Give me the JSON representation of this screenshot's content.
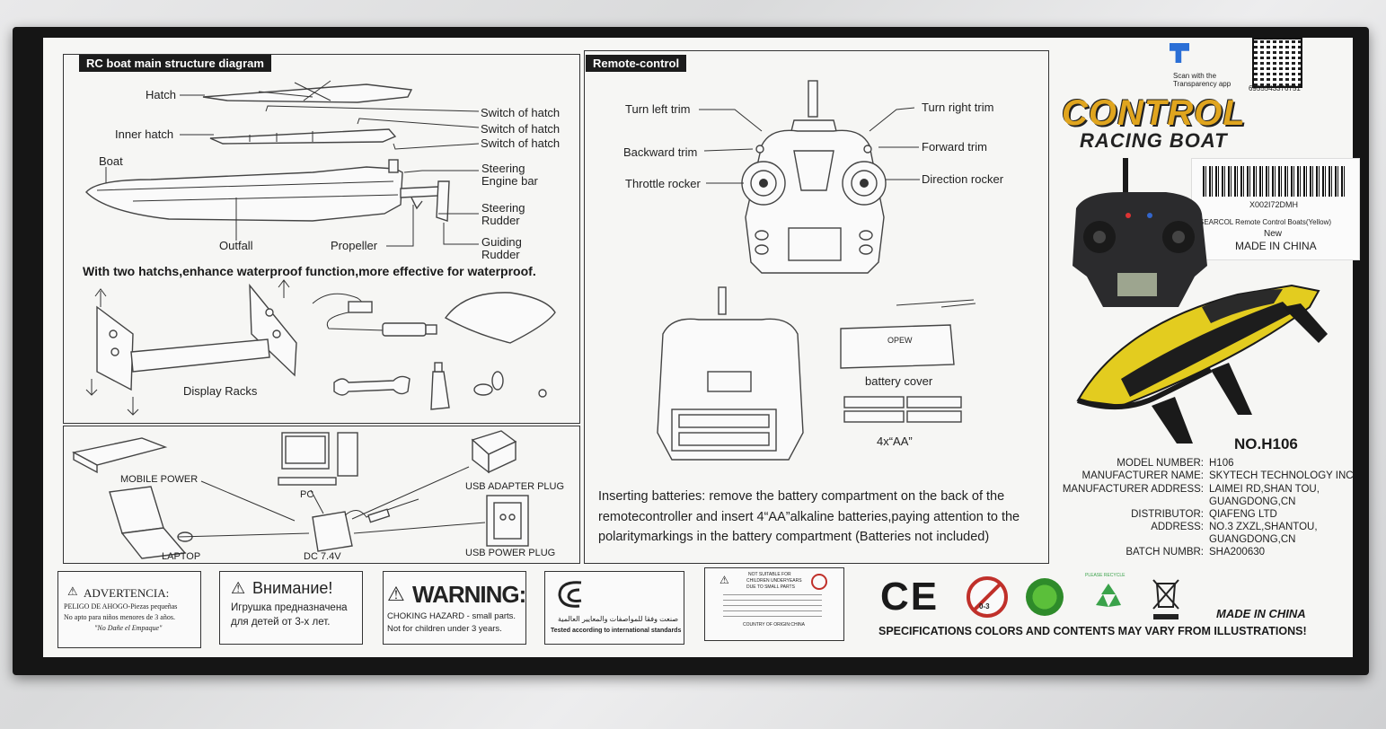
{
  "structure": {
    "title": "RC boat main structure diagram",
    "labels": {
      "hatch": "Hatch",
      "inner_hatch": "Inner hatch",
      "boat": "Boat",
      "switch1": "Switch of hatch",
      "switch2": "Switch of hatch",
      "switch3": "Switch of hatch",
      "steering_engine_1": "Steering",
      "steering_engine_2": "Engine bar",
      "steering_rudder_1": "Steering",
      "steering_rudder_2": "Rudder",
      "guiding_rudder_1": "Guiding",
      "guiding_rudder_2": "Rudder",
      "outfall": "Outfall",
      "propeller": "Propeller"
    },
    "note": "With two hatchs,enhance waterproof function,more effective for waterproof.",
    "display_racks": "Display Racks"
  },
  "charging": {
    "mobile_power": "MOBILE POWER",
    "pc": "PC",
    "usb_adapter": "USB ADAPTER PLUG",
    "laptop": "LAPTOP",
    "dc": "DC 7.4V",
    "usb_power": "USB POWER PLUG"
  },
  "remote": {
    "title": "Remote-control",
    "turn_left": "Turn left trim",
    "turn_right": "Turn right trim",
    "backward": "Backward trim",
    "forward": "Forward trim",
    "throttle": "Throttle rocker",
    "direction": "Direction rocker",
    "battery_cover": "battery cover",
    "opew": "OPEW",
    "batteries": "4x“AA”",
    "instructions": "Inserting batteries: remove the battery compartment on the back of the remotecontroller and insert 4“AA”alkaline batteries,paying attention to the polaritymarkings in the battery compartment (Batteries not included)"
  },
  "brand": {
    "scan_1": "Scan with the",
    "scan_2": "Transparency app",
    "qr_number": "6955543376751",
    "logo_line1": "CONTROL",
    "logo_line2": "RACING BOAT",
    "sticker_code": "X002I72DMH",
    "sticker_desc": "SEARCOL Remote Control Boats(Yellow)",
    "sticker_cond": "New",
    "sticker_origin": "MADE IN CHINA",
    "model_no": "NO.H106"
  },
  "specs": [
    {
      "k": "MODEL NUMBER:",
      "v": "H106"
    },
    {
      "k": "MANUFACTURER NAME:",
      "v": "SKYTECH TECHNOLOGY INC"
    },
    {
      "k": "MANUFACTURER ADDRESS:",
      "v": "LAIMEI RD,SHAN TOU,"
    },
    {
      "k": "",
      "v": "GUANGDONG,CN"
    },
    {
      "k": "DISTRIBUTOR:",
      "v": "QIAFENG LTD"
    },
    {
      "k": "ADDRESS:",
      "v": "NO.3 ZXZL,SHANTOU,"
    },
    {
      "k": "",
      "v": "GUANGDONG,CN"
    },
    {
      "k": "BATCH NUMBR:",
      "v": "SHA200630"
    }
  ],
  "warnings": {
    "es_title": "ADVERTENCIA:",
    "es_1": "PELIGO DE AHOGO-Piezas    pequeñas",
    "es_2": "No apto para niños menores de 3 años.",
    "es_3": "\"No Dañe el Empaque\"",
    "ru_title": "Внимание!",
    "ru_1": "Игрушка предназначена",
    "ru_2": "для детей от 3-х лет.",
    "en_title": "WARNING:",
    "en_1": "CHOKING HAZARD - small parts.",
    "en_2": "Not for children under 3 years.",
    "ar_1": "صنعت وفقا للمواصفات والمعايير العالمية",
    "ar_2": "Tested according to international standards",
    "sm_1": "NOT SUITABLE FOR",
    "sm_2": "CHILDREN UNDERYEARS",
    "sm_3": "DUE TO SMALL PARTS",
    "sm_4": "COUNTRY OF ORIGIN:CHINA",
    "age": "0-3",
    "recycle": "PLEASE RECYCLE",
    "ce": "CE",
    "made_in": "MADE IN CHINA",
    "specs_note": "SPECIFICATIONS COLORS AND CONTENTS MAY VARY FROM ILLUSTRATIONS!"
  },
  "colors": {
    "logo": "#e0a51e",
    "boat_yellow": "#e3cc1f",
    "box": "#151515"
  }
}
